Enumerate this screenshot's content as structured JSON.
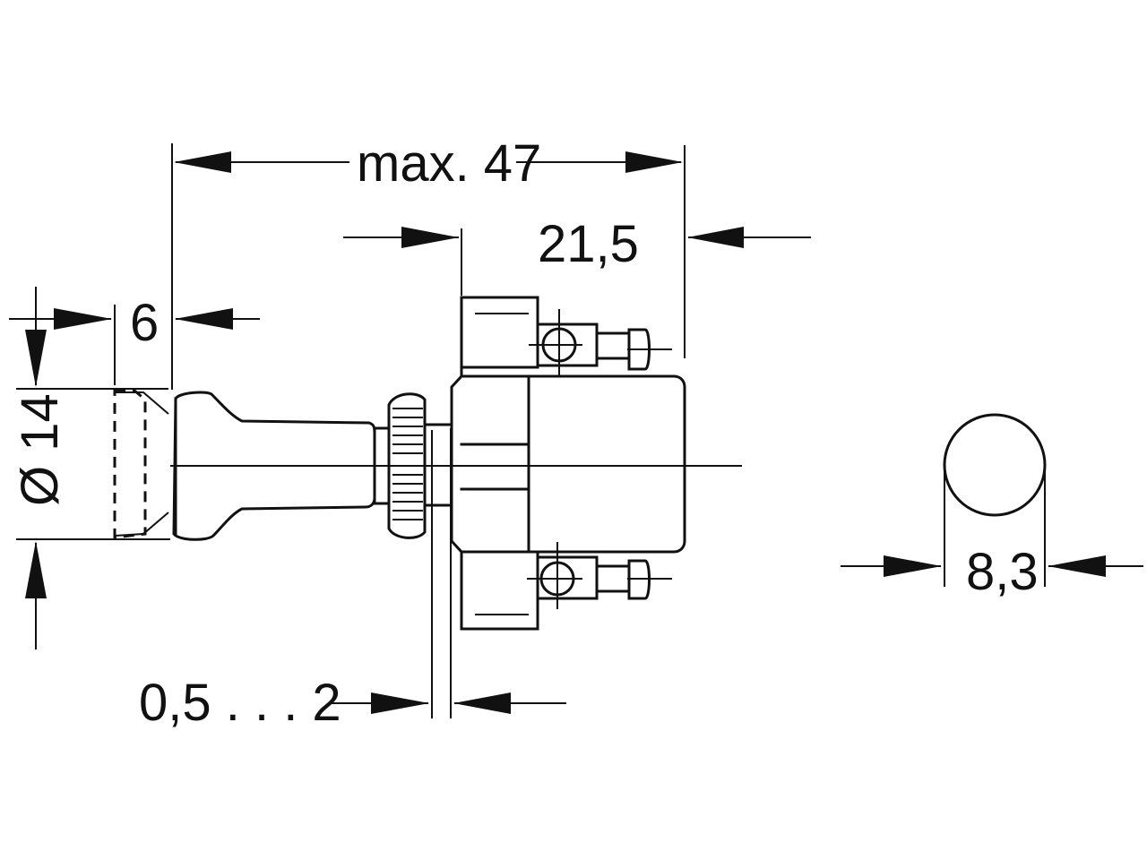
{
  "dimensions": {
    "overall_length": "max. 47",
    "body_length": "21,5",
    "knob_offset": "6",
    "knob_diameter": "Ø 14",
    "panel_thickness": "0,5 . . . 2",
    "shaft_diameter": "8,3"
  }
}
